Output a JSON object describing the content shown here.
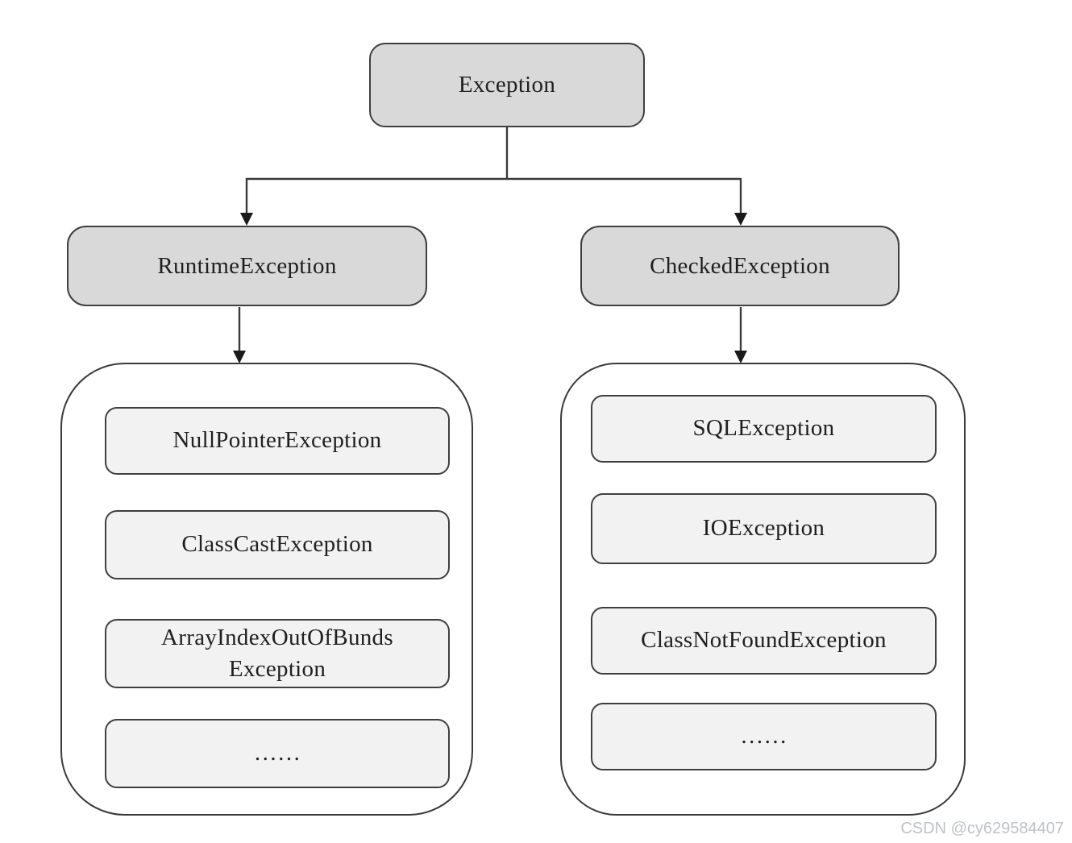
{
  "diagram": {
    "root": {
      "label": "Exception"
    },
    "branches": [
      {
        "label": "RuntimeException",
        "children": [
          "NullPointerException",
          "ClassCastException",
          "ArrayIndexOutOfBunds Exception",
          "……"
        ]
      },
      {
        "label": "CheckedException",
        "children": [
          "SQLException",
          "IOException",
          "ClassNotFoundException",
          "……"
        ]
      }
    ]
  },
  "colors": {
    "top_node_fill": "#d9d9d9",
    "child_node_fill": "#f2f2f2",
    "border": "#3f3f3f",
    "line": "#3a3a3a",
    "watermark": "#bfc3c7"
  },
  "watermark": "CSDN @cy629584407"
}
